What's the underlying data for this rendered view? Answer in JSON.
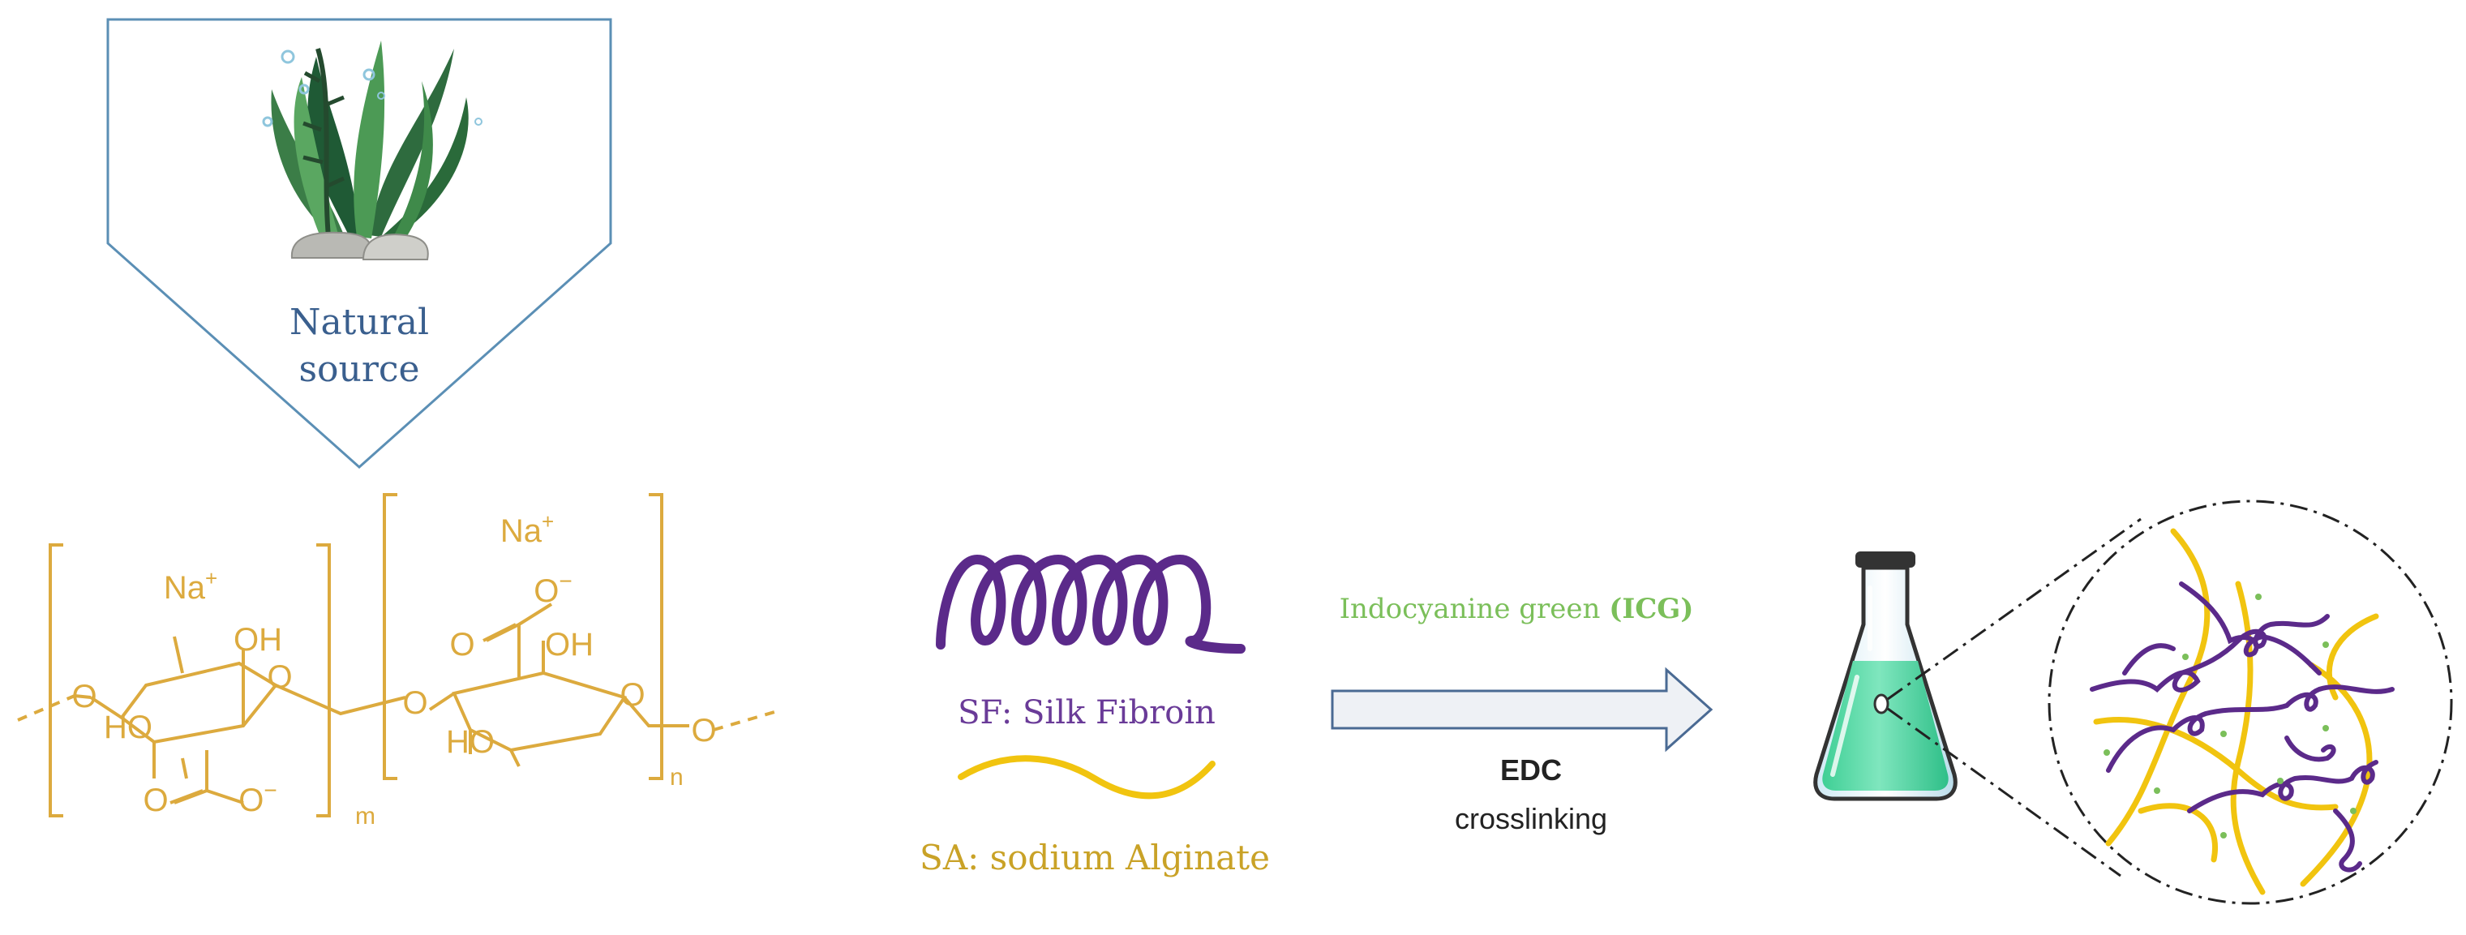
{
  "natural_source": {
    "label_line1": "Natural",
    "label_line2": "source",
    "icon": "seaweed-icon"
  },
  "alginate_structure": {
    "cation_left": "Na",
    "cation_right": "Na",
    "cation_charge": "+",
    "oxide_charge": "−",
    "atom_o": "O",
    "group_oh": "OH",
    "group_ho": "HO",
    "subscript_m": "m",
    "subscript_n": "n"
  },
  "legend": {
    "silk_fibroin": "SF: Silk Fibroin",
    "sodium_alginate": "SA: sodium Alginate"
  },
  "process": {
    "reagent_prefix": "Indocyanine green ",
    "reagent_abbrev": "(ICG)",
    "crosslinker": "EDC",
    "step": "crosslinking"
  },
  "colors": {
    "outline_blue": "#5b8fb5",
    "label_blue": "#3a5f8e",
    "alginate_gold": "#dcaa3e",
    "sa_strand": "#f1c40f",
    "sf_purple": "#5b2a8a",
    "icg_green": "#7bbf5a",
    "flask_liquid": "#55d6a2",
    "arrow_fill": "#eef1f5",
    "arrow_stroke": "#4a6a93",
    "text_dark": "#222222"
  }
}
